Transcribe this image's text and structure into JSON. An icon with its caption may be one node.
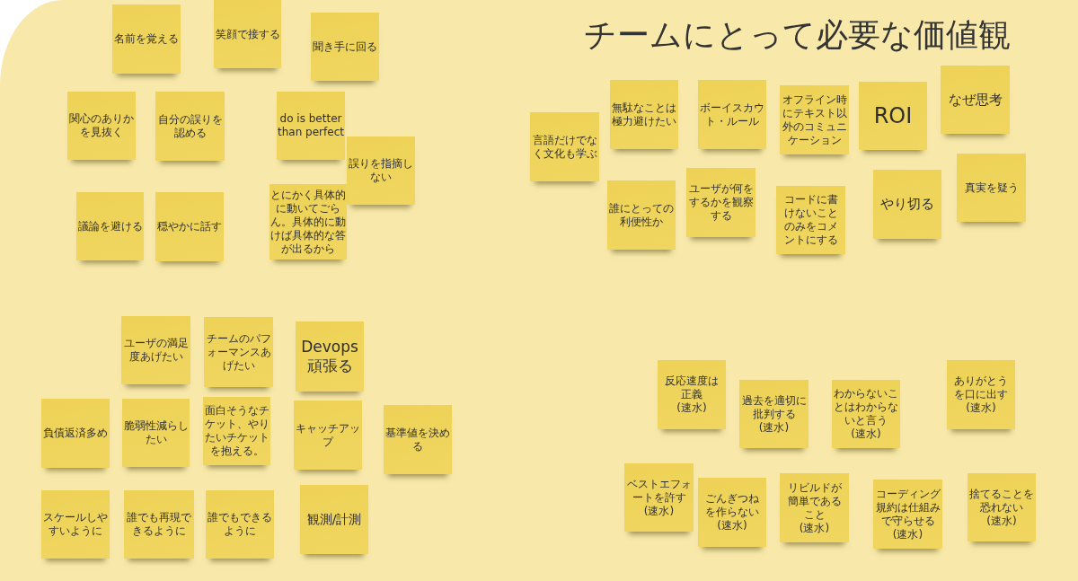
{
  "diagram": {
    "title": "チームにとって必要な価値観",
    "nodes": [
      {
        "text": [
          "名前を覚える"
        ]
      },
      {
        "text": [
          "笑顔で接する"
        ]
      },
      {
        "text": [
          "聞き手に回る"
        ]
      },
      {
        "text": [
          "関心のありかを見抜く"
        ]
      },
      {
        "text": [
          "自分の誤りを認める"
        ]
      },
      {
        "text": [
          "do is better than perfect"
        ]
      },
      {
        "text": [
          "誤りを指摘しない"
        ]
      },
      {
        "text": [
          "議論を避ける"
        ]
      },
      {
        "text": [
          "穏やかに話す"
        ]
      },
      {
        "text": [
          "とにかく具体的に動いてごらん。具体的に動けば具体的な答が出るから"
        ]
      },
      {
        "text": [
          "言語だけでなく文化も学ぶ"
        ]
      },
      {
        "text": [
          "無駄なことは極力避けたい"
        ]
      },
      {
        "text": [
          "ボーイスカウト・ルール"
        ]
      },
      {
        "text": [
          "オフライン時にテキスト以外のコミュニケーション"
        ]
      },
      {
        "text": [
          "ROI"
        ]
      },
      {
        "text": [
          "なぜ思考"
        ]
      },
      {
        "text": [
          "誰にとっての利便性か"
        ]
      },
      {
        "text": [
          "ユーザが何をするかを観察する"
        ]
      },
      {
        "text": [
          "コードに書けないことのみをコメントにする"
        ]
      },
      {
        "text": [
          "やり切る"
        ]
      },
      {
        "text": [
          "真実を疑う"
        ]
      },
      {
        "text": [
          "ユーザの満足度あげたい"
        ]
      },
      {
        "text": [
          "チームのパフォーマンスあげたい"
        ]
      },
      {
        "text": [
          "Devops 頑張る"
        ]
      },
      {
        "text": [
          "負債返済多め"
        ]
      },
      {
        "text": [
          "脆弱性減らしたい"
        ]
      },
      {
        "text": [
          "面白そうなチケット、やりたいチケットを抱える。"
        ]
      },
      {
        "text": [
          "キャッチアップ"
        ]
      },
      {
        "text": [
          "基準値を決める"
        ]
      },
      {
        "text": [
          "スケールしやすいように"
        ]
      },
      {
        "text": [
          "誰でも再現できるように"
        ]
      },
      {
        "text": [
          "誰でもできるように"
        ]
      },
      {
        "text": [
          "観測/計測"
        ]
      },
      {
        "text": [
          "反応速度は正義",
          "(速水)"
        ]
      },
      {
        "text": [
          "過去を適切に批判する",
          "(速水)"
        ]
      },
      {
        "text": [
          "わからないことはわからないと言う",
          "(速水)"
        ]
      },
      {
        "text": [
          "ありがとうを口に出す",
          "(速水)"
        ]
      },
      {
        "text": [
          "ベストエフォートを許す",
          "(速水)"
        ]
      },
      {
        "text": [
          "ごんぎつねを作らない",
          "(速水)"
        ]
      },
      {
        "text": [
          "リビルドが簡単であること",
          "(速水)"
        ]
      },
      {
        "text": [
          "コーディング規約は仕組みで守らせる",
          "(速水)"
        ]
      },
      {
        "text": [
          "捨てることを恐れない",
          "(速水)"
        ]
      }
    ]
  }
}
